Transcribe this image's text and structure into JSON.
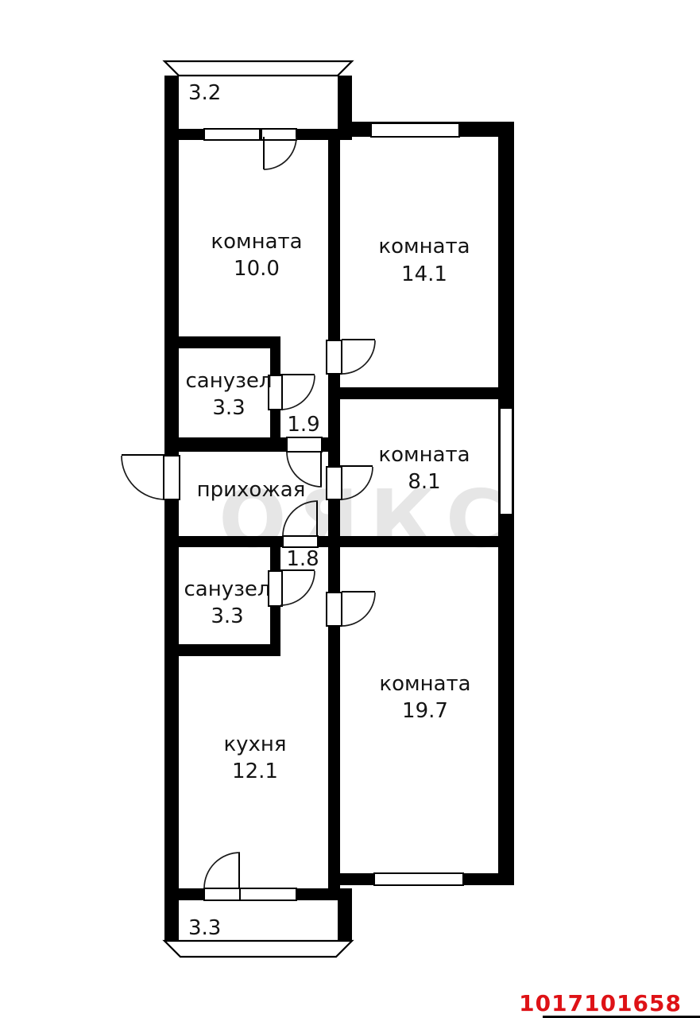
{
  "floorplan": {
    "watermark": "ОЯКС",
    "listing_id": "1017101658",
    "rooms": [
      {
        "label": "комната",
        "area": "10.0"
      },
      {
        "label": "комната",
        "area": "14.1"
      },
      {
        "label": "санузел",
        "area": "3.3"
      },
      {
        "label": "комната",
        "area": "8.1"
      },
      {
        "label": "прихожая",
        "area": ""
      },
      {
        "label": "санузел",
        "area": "3.3"
      },
      {
        "label": "кухня",
        "area": "12.1"
      },
      {
        "label": "комната",
        "area": "19.7"
      }
    ],
    "corridors": [
      {
        "area": "1.9"
      },
      {
        "area": "1.8"
      }
    ],
    "balconies": [
      {
        "area": "3.2"
      },
      {
        "area": "3.3"
      }
    ]
  }
}
